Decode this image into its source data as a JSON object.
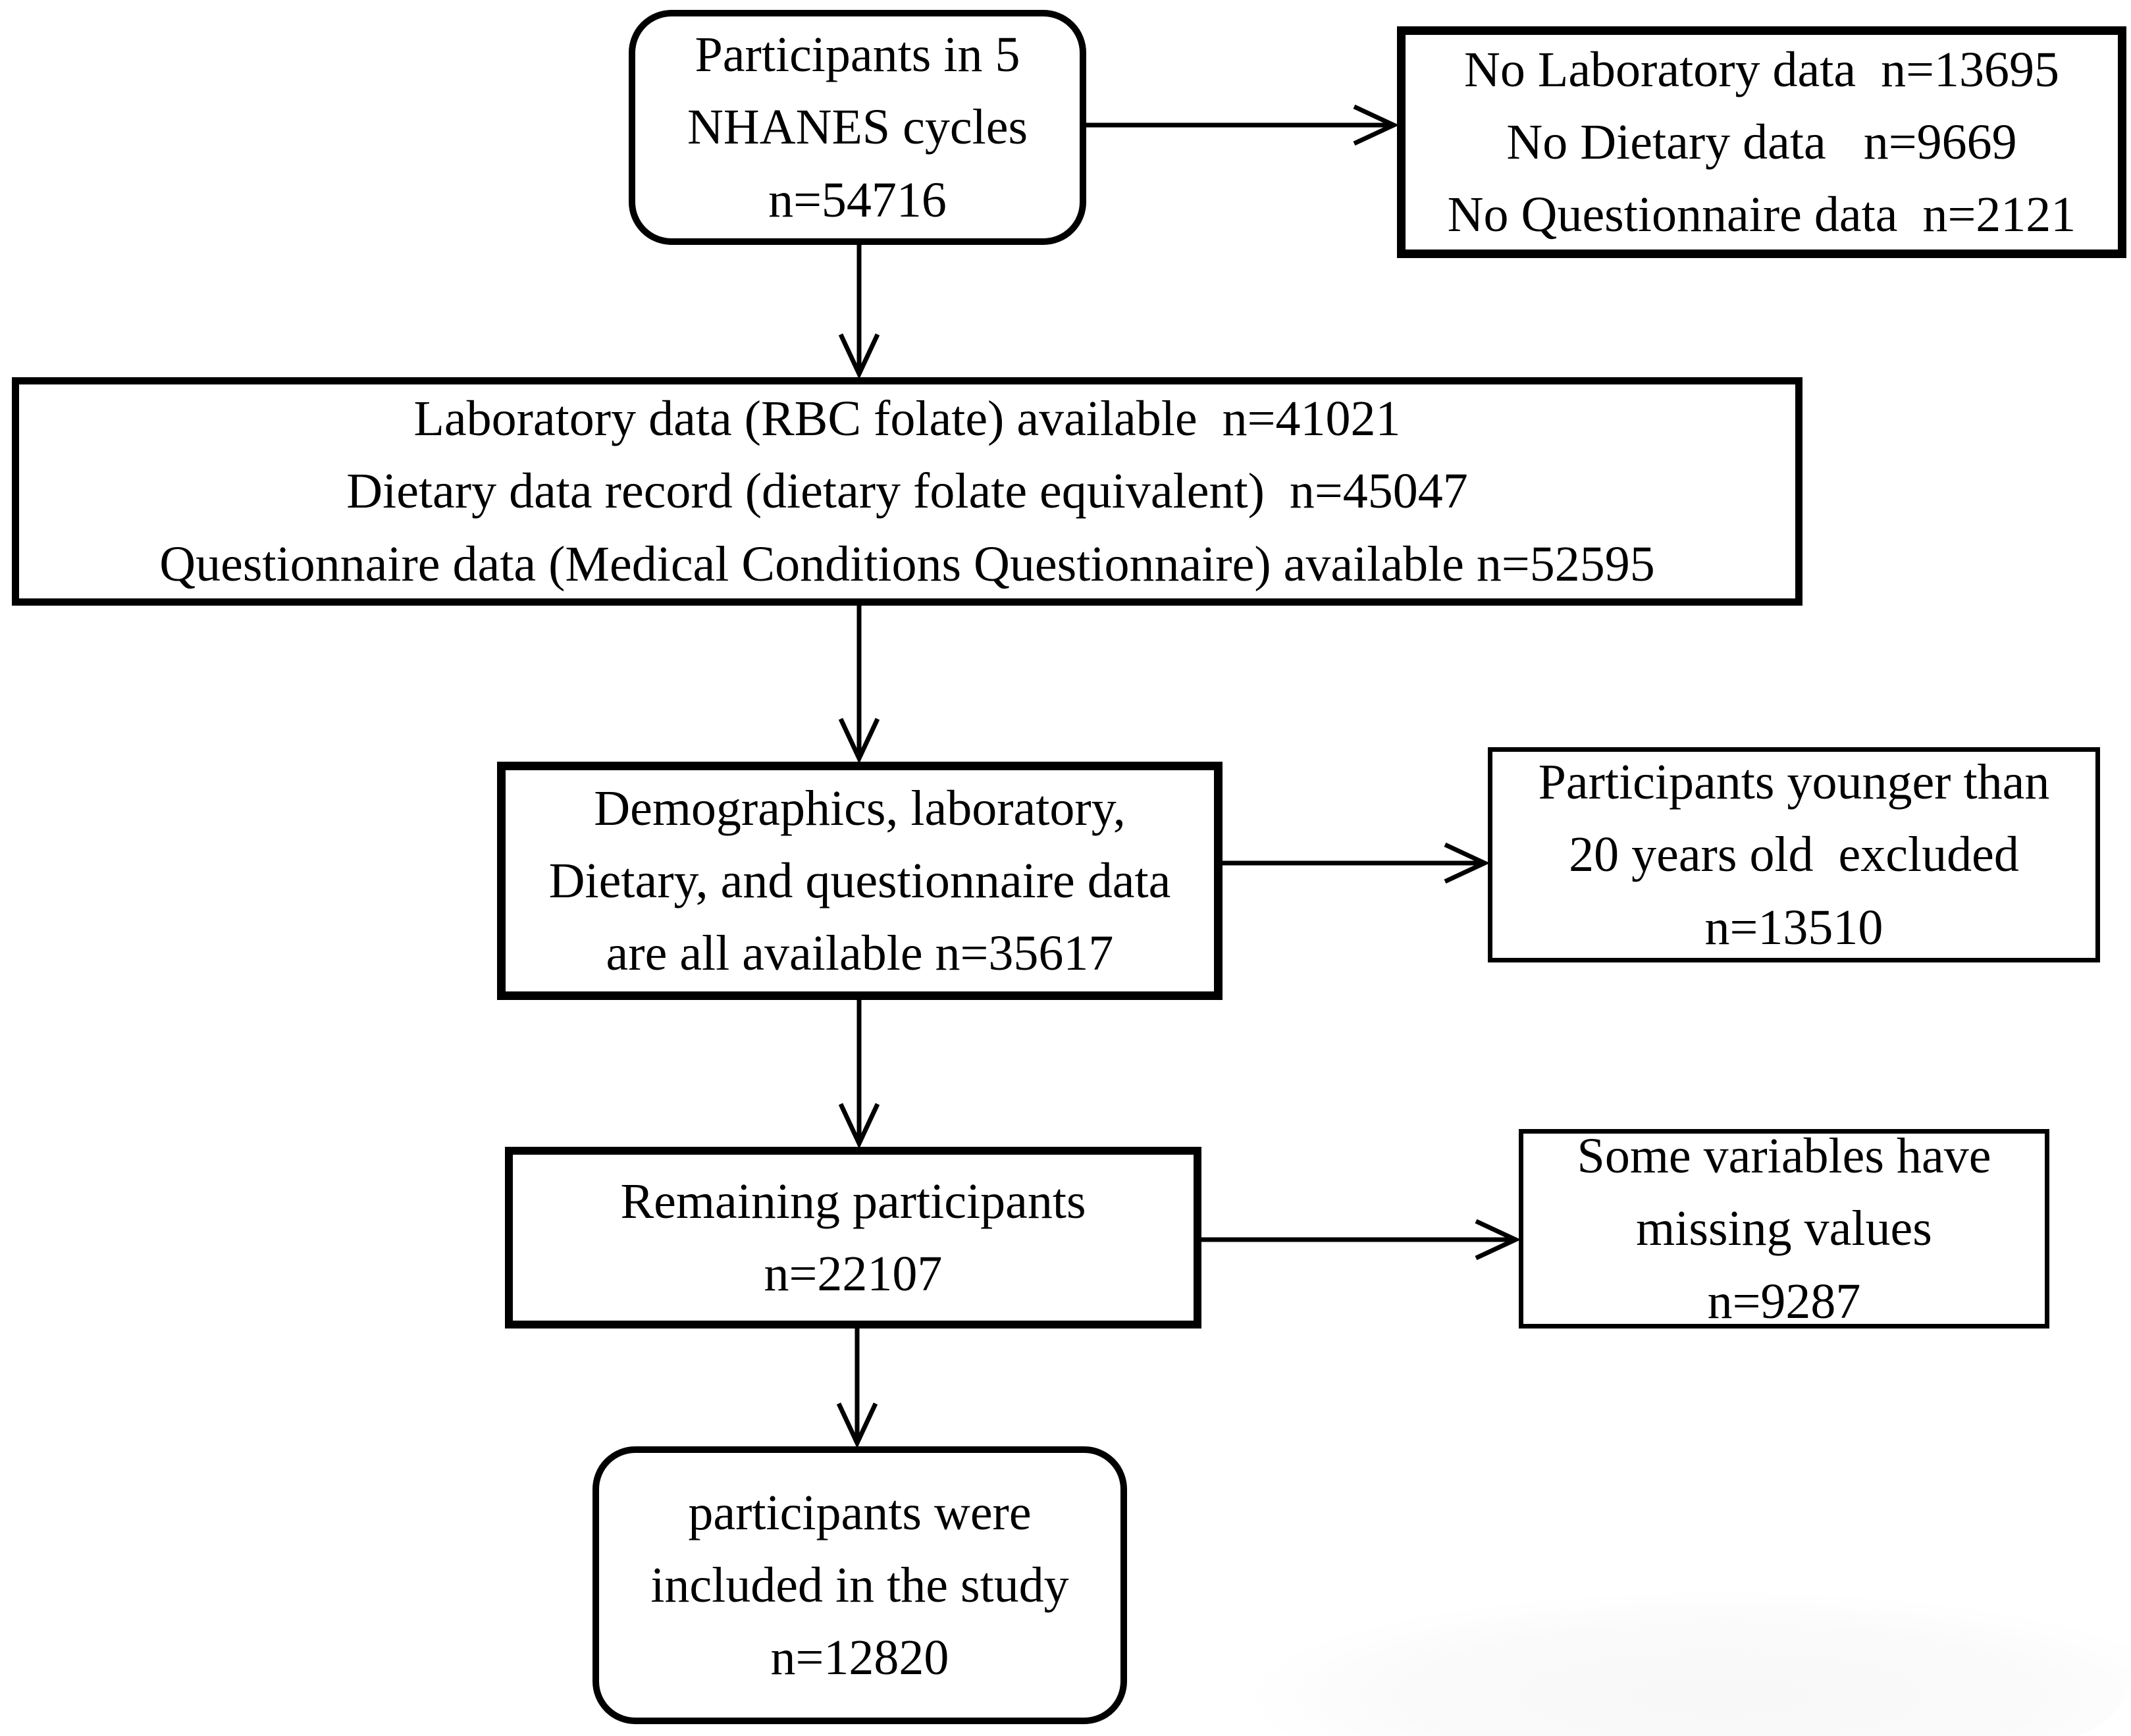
{
  "flowchart": {
    "background_color": "#ffffff",
    "line_color": "#000000",
    "boxes": {
      "cohort": {
        "text": "Participants in 5\nNHANES cycles\nn=54716"
      },
      "no_data_excluded": {
        "text": "No Laboratory data  n=13695\nNo Dietary data   n=9669\nNo Questionnaire data  n=2121"
      },
      "data_available": {
        "text": "Laboratory data (RBC folate) available  n=41021\nDietary data record (dietary folate equivalent)  n=45047\nQuestionnaire data (Medical Conditions Questionnaire) available n=52595"
      },
      "all_data_available": {
        "text": "Demographics, laboratory,\nDietary, and questionnaire data\nare all available n=35617"
      },
      "age_excluded": {
        "text": "Participants younger than\n20 years old  excluded\nn=13510"
      },
      "remaining": {
        "text": "Remaining participants\nn=22107"
      },
      "missing_values": {
        "text": "Some variables have\nmissing values\nn=9287"
      },
      "included": {
        "text": "participants were\nincluded in the study\nn=12820"
      }
    }
  }
}
